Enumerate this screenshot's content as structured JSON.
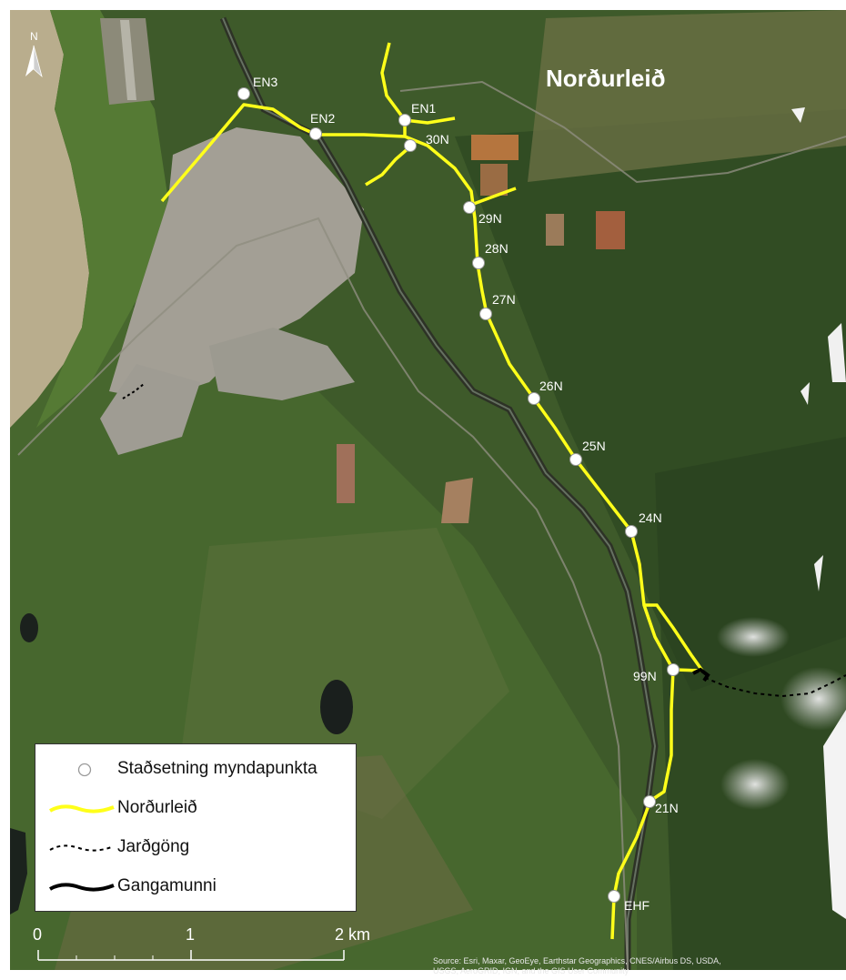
{
  "map": {
    "title": "Norðurleið",
    "north_label": "N",
    "attribution_lines": [
      "Source: Esri, Maxar, GeoEye, Earthstar Geographics, CNES/Airbus DS, USDA,",
      "USGS, AeroGRID, IGN, and the GIS User Community"
    ],
    "points": [
      "EN3",
      "EN2",
      "EN1",
      "30N",
      "29N",
      "28N",
      "27N",
      "26N",
      "25N",
      "24N",
      "99N",
      "21N",
      "EHF"
    ]
  },
  "legend": {
    "items": [
      {
        "label": "Staðsetning myndapunkta",
        "symbol": "white-circle-icon"
      },
      {
        "label": "Norðurleið",
        "symbol": "yellow-line-icon"
      },
      {
        "label": "Jarðgöng",
        "symbol": "dashed-line-icon"
      },
      {
        "label": "Gangamunni",
        "symbol": "black-line-icon"
      }
    ]
  },
  "scale_bar": {
    "labels": [
      "0",
      "1",
      "2 km"
    ]
  },
  "colors": {
    "route": "#ffff1a",
    "tunnel": "#000000",
    "portal": "#000000",
    "point_fill": "#ffffff",
    "water": "#b7ab8c",
    "forest_dark": "#2f4a22",
    "forest": "#4d6e33",
    "field": "#8a8a4a",
    "town": "#a7a49b"
  }
}
